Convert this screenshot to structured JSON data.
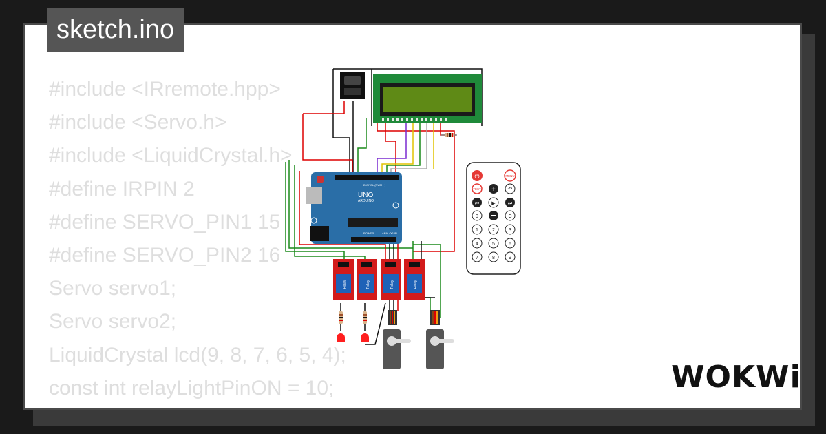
{
  "header": {
    "filename": "sketch.ino"
  },
  "code": {
    "lines": [
      "#include <IRremote.hpp>",
      "#include <Servo.h>",
      "#include <LiquidCrystal.h>",
      "#define IRPIN 2",
      "#define SERVO_PIN1 15",
      "#define SERVO_PIN2 16",
      "Servo servo1;",
      "Servo servo2;",
      "LiquidCrystal lcd(9, 8, 7, 6, 5, 4);",
      "const int relayLightPinON = 10;"
    ]
  },
  "board": {
    "name": "UNO",
    "brand": "ARDUINO",
    "digital_label": "DIGITAL (PWM ~)",
    "analog_label": "ANALOG IN",
    "power_label": "POWER"
  },
  "relays": [
    {
      "label": "Relay"
    },
    {
      "label": "Relay"
    },
    {
      "label": "Relay"
    },
    {
      "label": "Relay"
    }
  ],
  "remote": {
    "buttons": [
      "TEST",
      "+",
      "",
      "",
      "",
      "",
      "0",
      "",
      "C",
      "1",
      "2",
      "3",
      "4",
      "5",
      "6",
      "7",
      "8",
      "9"
    ],
    "menu_label": "MENU"
  },
  "brand": {
    "logo_text": "WOKWi"
  },
  "colors": {
    "lcd_bg": "#1f8a3a",
    "lcd_screen": "#5f8a16",
    "board": "#2a6ea7",
    "relay": "#d21b1b",
    "relay_module": "#1e62b7",
    "led": "#ff1f1f",
    "servo": "#555555"
  }
}
